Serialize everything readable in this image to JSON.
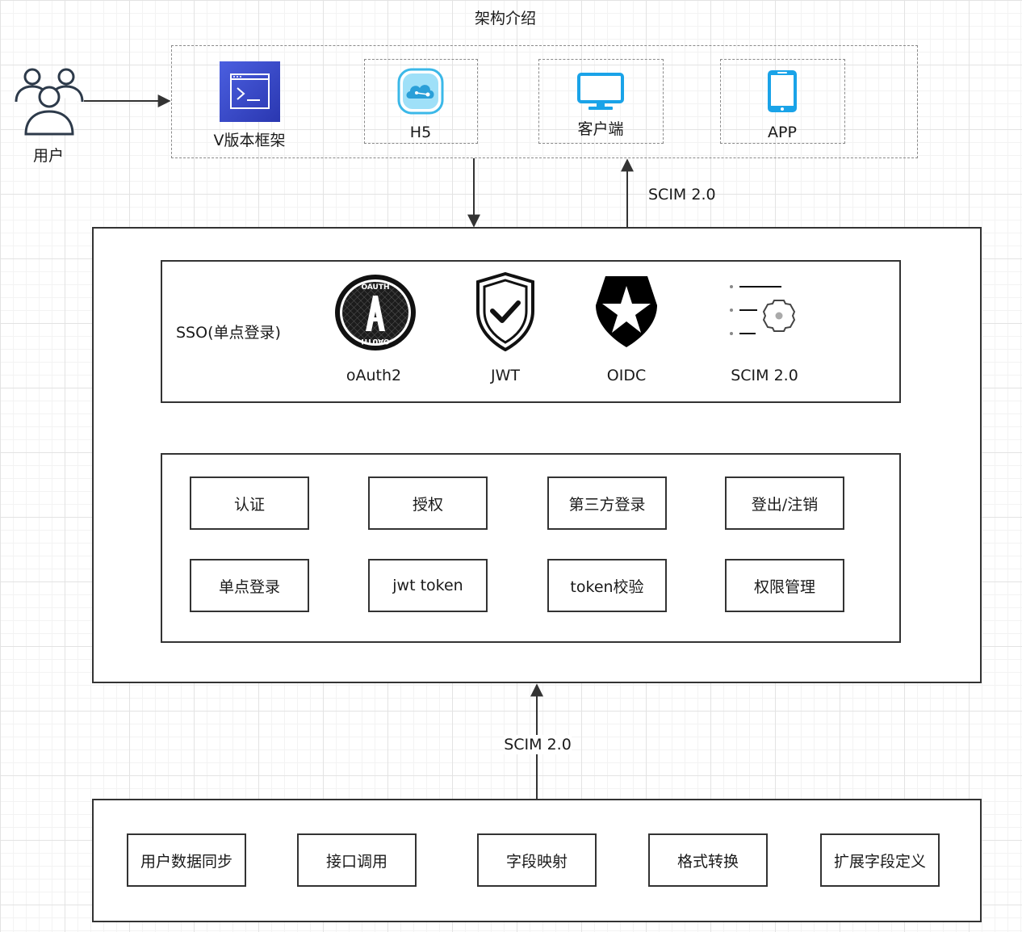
{
  "title": "架构介绍",
  "user": {
    "label": "用户"
  },
  "clients": [
    {
      "label": "V版本框架",
      "icon": "terminal-icon"
    },
    {
      "label": "H5",
      "icon": "cloud-icon"
    },
    {
      "label": "客户端",
      "icon": "monitor-icon"
    },
    {
      "label": "APP",
      "icon": "smartphone-icon"
    }
  ],
  "arrows": {
    "scim_upper": "SCIM 2.0",
    "scim_lower": "SCIM 2.0"
  },
  "sso": {
    "label": "SSO(单点登录)",
    "protocols": [
      {
        "label": "oAuth2",
        "icon": "oauth-icon"
      },
      {
        "label": "JWT",
        "icon": "shield-check-icon"
      },
      {
        "label": "OIDC",
        "icon": "star-shield-icon"
      },
      {
        "label": "SCIM 2.0",
        "icon": "gear-list-icon"
      }
    ]
  },
  "features": [
    "认证",
    "授权",
    "第三方登录",
    "登出/注销",
    "单点登录",
    "jwt token",
    "token校验",
    "权限管理"
  ],
  "sync": [
    "用户数据同步",
    "接口调用",
    "字段映射",
    "格式转换",
    "扩展字段定义"
  ],
  "colors": {
    "terminal_bg": "#3848c8",
    "cloud_fill": "#3bb8e8",
    "monitor": "#1aa3e8",
    "line": "#333333"
  }
}
